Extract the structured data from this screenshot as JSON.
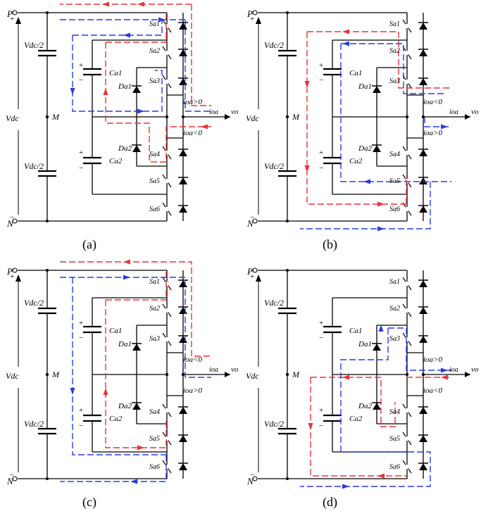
{
  "common": {
    "p": "P",
    "n": "N",
    "plus": "+",
    "minus": "−",
    "vdc": "Vdc",
    "vdc_half": "Vdc/2",
    "m": "M",
    "vo": "vo",
    "ioa": "ioa",
    "ca1": "Ca1",
    "ca2": "Ca2",
    "da1": "Da1",
    "da2": "Da2",
    "switches": [
      "Sa1",
      "Sa2",
      "Sa3",
      "Sa4",
      "Sa5",
      "Sa6"
    ],
    "red": "#e8343a",
    "blue": "#2a3ce0"
  },
  "panels": [
    {
      "caption": "(a)",
      "current_top": "ioa>0",
      "current_bottom": "ioa<0"
    },
    {
      "caption": "(b)",
      "current_top": "ioa<0",
      "current_bottom": "ioa>0"
    },
    {
      "caption": "(c)",
      "current_top": "ioa<0",
      "current_bottom": "ioa>0"
    },
    {
      "caption": "(d)",
      "current_top": "ioa>0",
      "current_bottom": "ioa<0"
    }
  ]
}
